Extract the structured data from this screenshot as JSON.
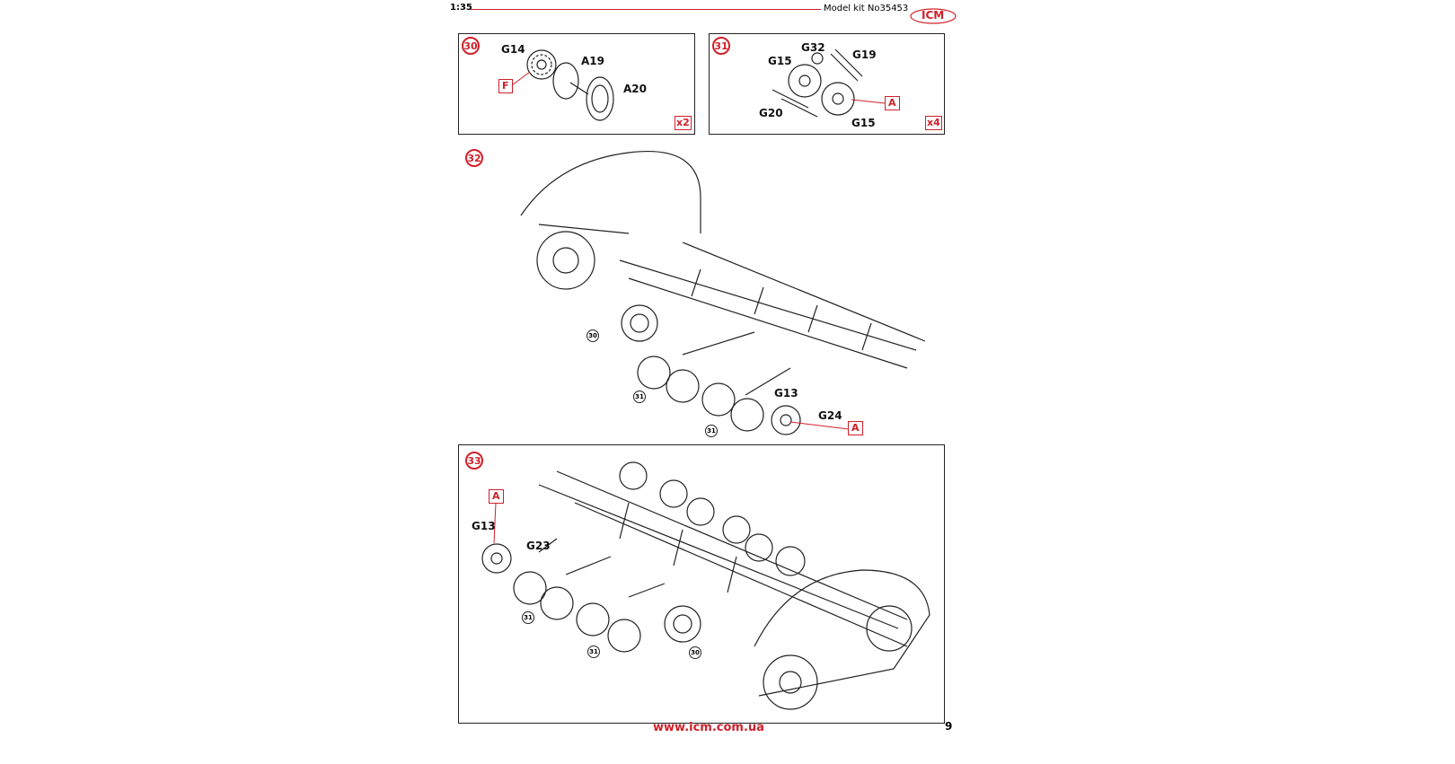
{
  "header": {
    "scale": "1:35",
    "model_kit": "Model kit No35453",
    "logo": "ICM"
  },
  "colors": {
    "accent": "#d0202a",
    "line": "#222222"
  },
  "steps": {
    "s30": {
      "number": "30",
      "labels": [
        "G14",
        "A19",
        "A20"
      ],
      "tag": "F",
      "multiplier": "x2"
    },
    "s31": {
      "number": "31",
      "labels": [
        "G32",
        "G19",
        "G15",
        "G20",
        "G15"
      ],
      "tag": "A",
      "multiplier": "x4"
    },
    "s32": {
      "number": "32",
      "labels": [
        "G13",
        "G24"
      ],
      "tag": "A",
      "refs": [
        "30",
        "31",
        "31"
      ]
    },
    "s33": {
      "number": "33",
      "labels": [
        "G13",
        "G23"
      ],
      "tag": "A",
      "refs": [
        "31",
        "31",
        "30"
      ]
    }
  },
  "footer": {
    "url": "www.icm.com.ua",
    "page": "9"
  }
}
